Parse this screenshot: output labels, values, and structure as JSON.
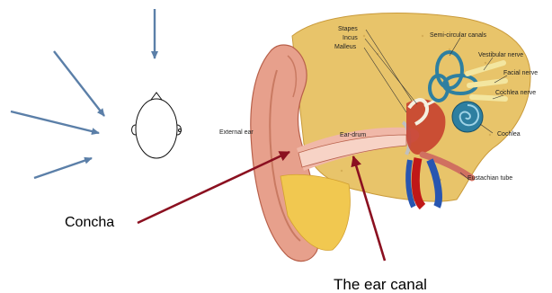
{
  "labels": {
    "stapes": "Stapes",
    "incus": "Incus",
    "malleus": "Malleus",
    "semicircular_canals": "Semi-circular canals",
    "vestibular_nerve": "Vestibular nerve",
    "facial_nerve": "Facial nerve",
    "cochlea_nerve": "Cochlea nerve",
    "cochlea": "Cochlea",
    "eustachian_tube": "Eustachian tube",
    "external_ear": "External ear",
    "ear_drum": "Ear-drum",
    "concha": "Concha",
    "ear_canal": "The ear canal"
  },
  "colors": {
    "sound_arrow": "#5b7fa8",
    "callout_arrow": "#8b1020",
    "skin": "#e7a08c",
    "bone": "#e8c46a",
    "cochlea": "#2e7fa0"
  }
}
